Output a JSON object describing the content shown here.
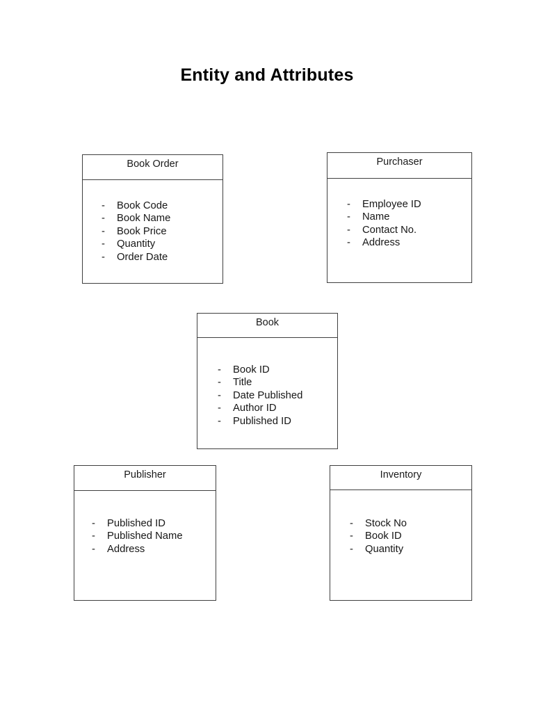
{
  "document": {
    "title": "Entity and Attributes",
    "bullet_marker": "-",
    "colors": {
      "background": "#ffffff",
      "border": "#3f3f3f",
      "text": "#000000"
    }
  },
  "entities": [
    {
      "id": "book-order",
      "name": "Book Order",
      "attributes": [
        "Book Code",
        "Book Name",
        "Book Price",
        "Quantity",
        "Order Date"
      ]
    },
    {
      "id": "purchaser",
      "name": "Purchaser",
      "attributes": [
        "Employee ID",
        "Name",
        "Contact No.",
        "Address"
      ]
    },
    {
      "id": "book",
      "name": "Book",
      "attributes": [
        "Book ID",
        "Title",
        "Date Published",
        "Author ID",
        "Published ID"
      ]
    },
    {
      "id": "publisher",
      "name": "Publisher",
      "attributes": [
        "Published ID",
        "Published Name",
        "Address"
      ]
    },
    {
      "id": "inventory",
      "name": "Inventory",
      "attributes": [
        "Stock No",
        "Book ID",
        "Quantity"
      ]
    }
  ]
}
